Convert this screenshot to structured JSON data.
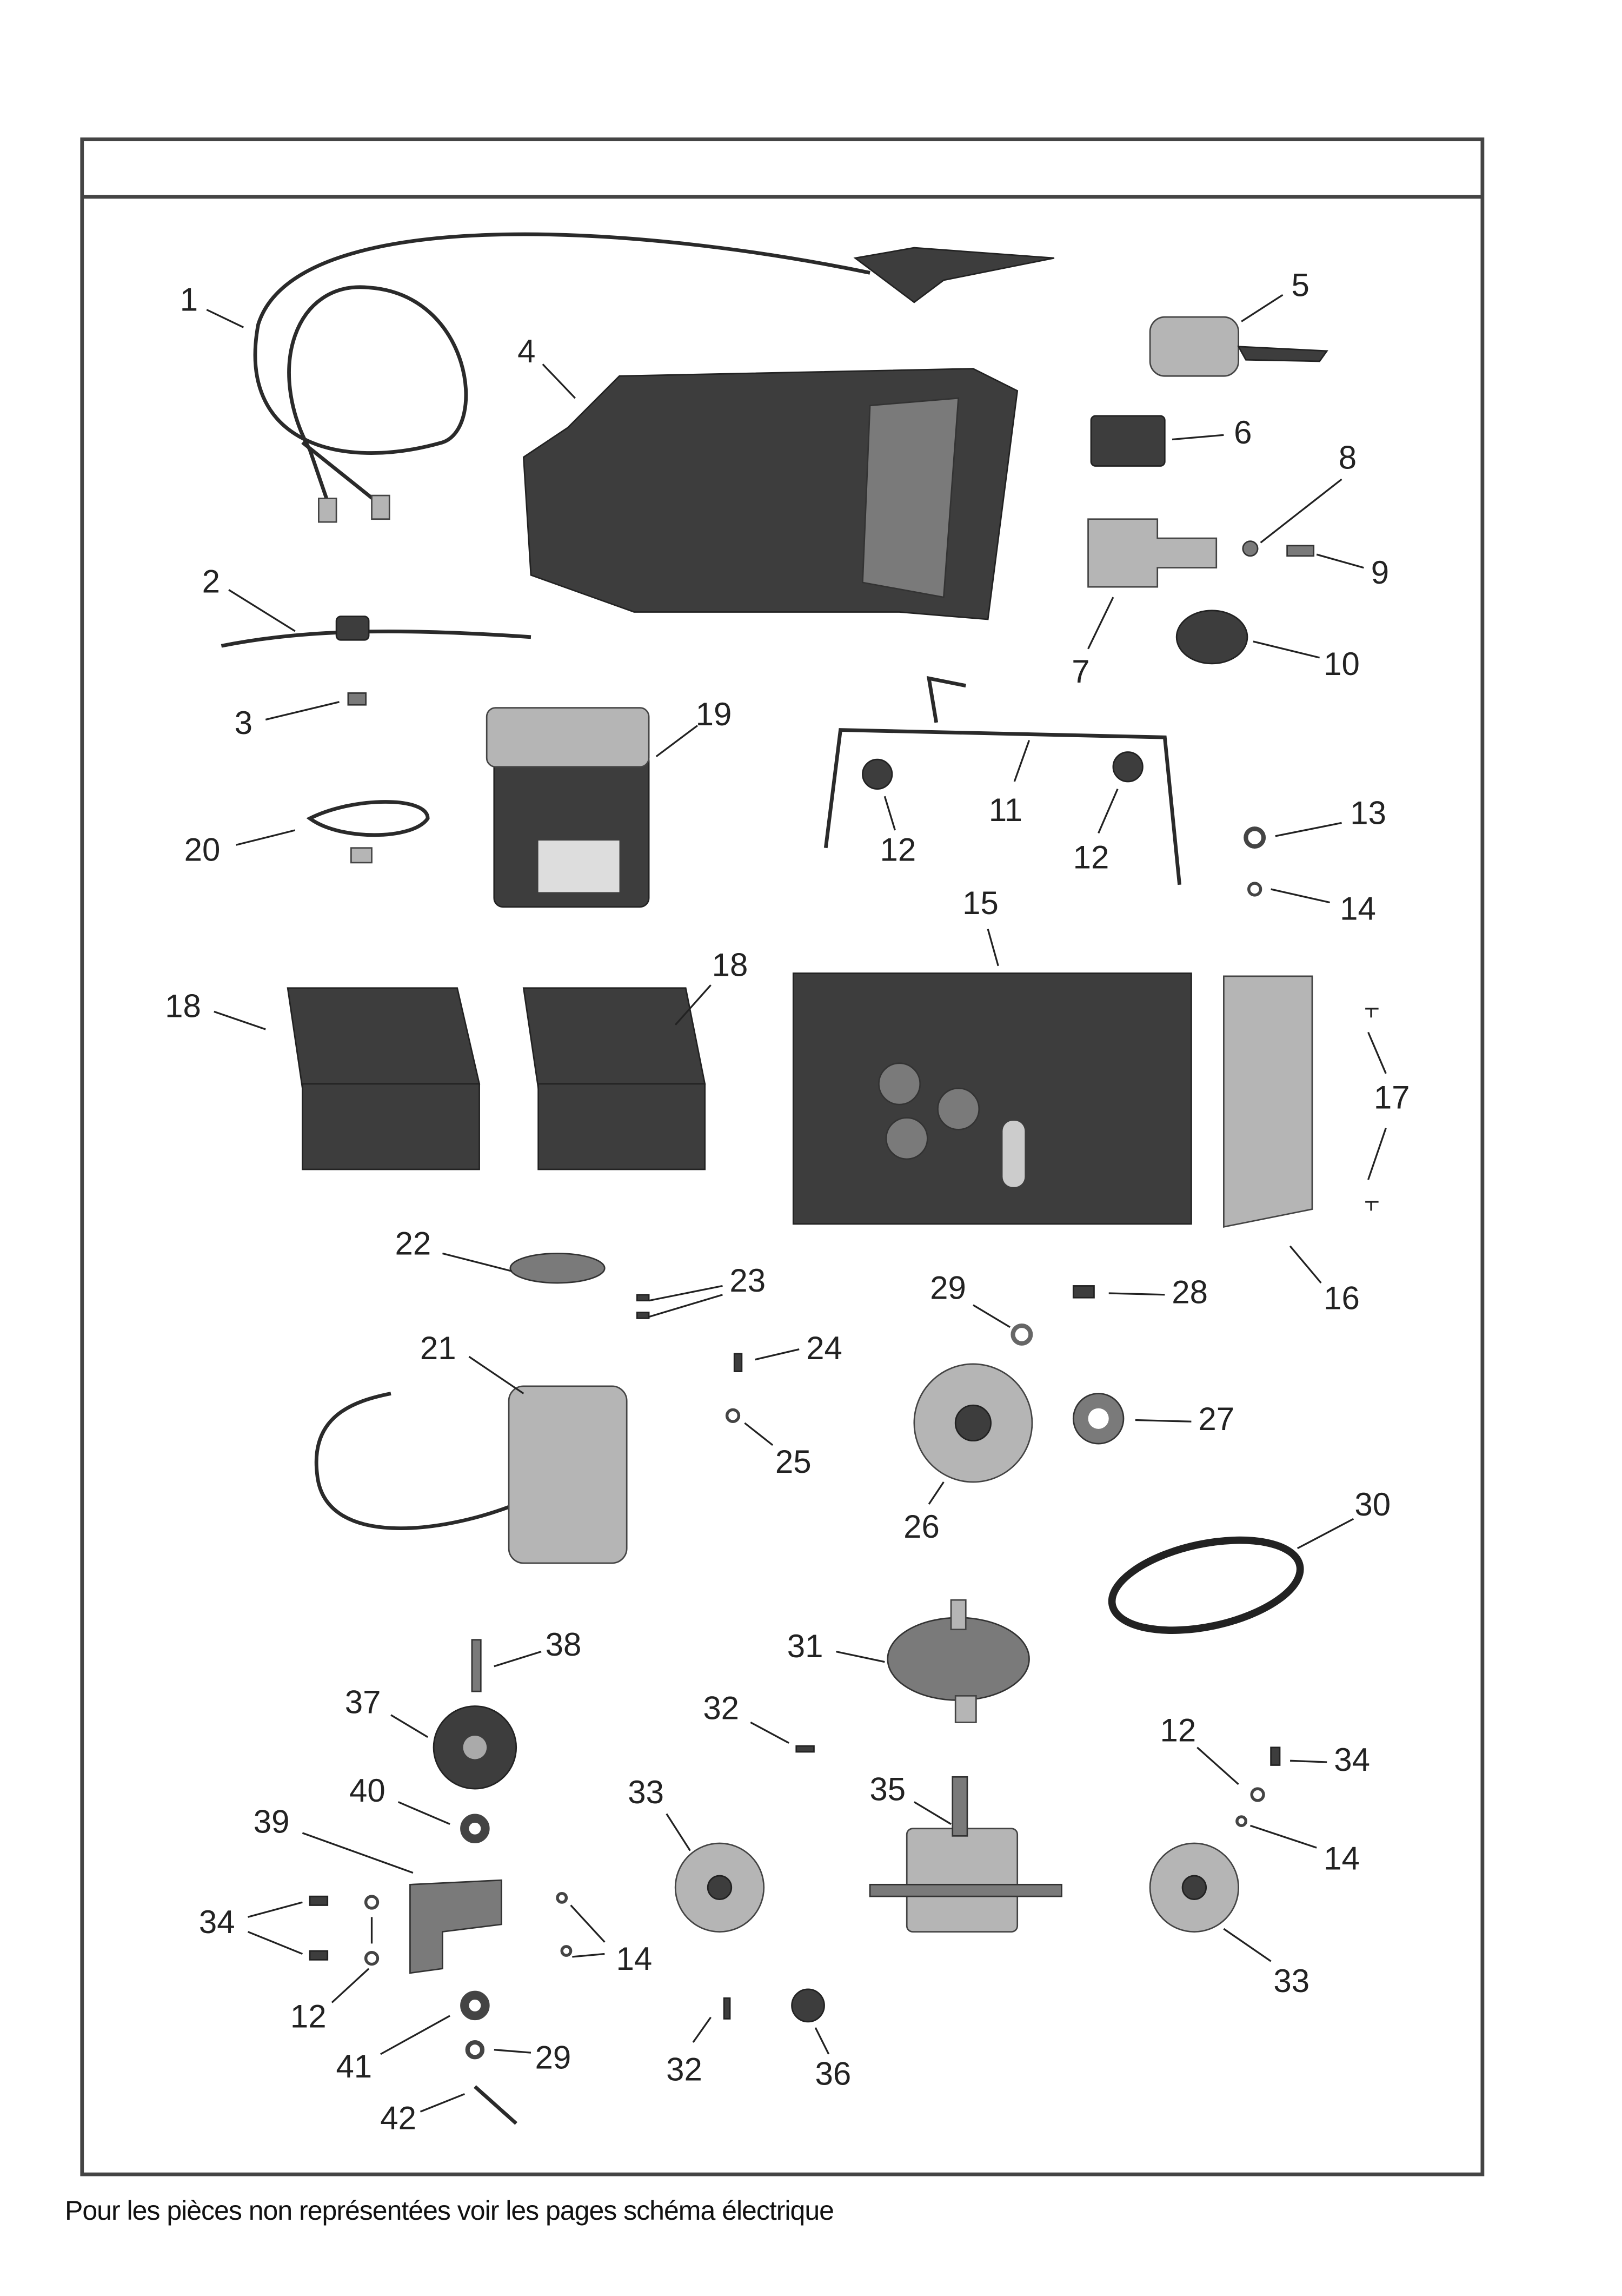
{
  "header": {
    "title": ""
  },
  "callouts": [
    "1",
    "2",
    "3",
    "4",
    "5",
    "6",
    "7",
    "8",
    "9",
    "10",
    "11",
    "12",
    "12",
    "13",
    "14",
    "15",
    "16",
    "17",
    "18",
    "18",
    "19",
    "20",
    "21",
    "22",
    "23",
    "24",
    "25",
    "26",
    "27",
    "28",
    "29",
    "30",
    "31",
    "32",
    "32",
    "33",
    "33",
    "34",
    "34",
    "35",
    "36",
    "37",
    "38",
    "39",
    "40",
    "41",
    "29",
    "42",
    "12",
    "14",
    "14",
    "12"
  ],
  "footer": {
    "note": "Pour les pièces non représentées voir les pages schéma électrique"
  }
}
